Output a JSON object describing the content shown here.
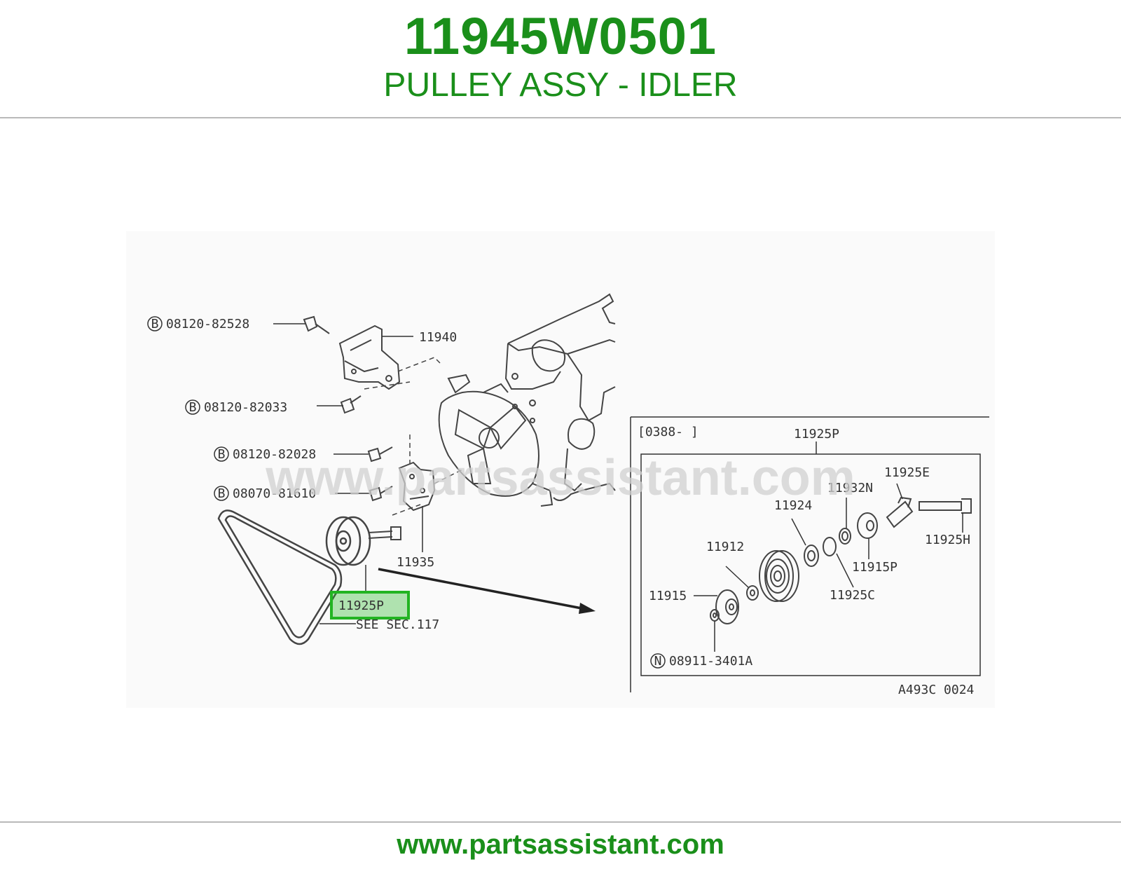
{
  "header": {
    "part_number": "11945W0501",
    "part_name": "PULLEY ASSY - IDLER"
  },
  "diagram": {
    "watermark": "www.partsassistant.com",
    "callouts": {
      "bolt_b1": "08120-82528",
      "bracket": "11940",
      "bolt_b2": "08120-82033",
      "bolt_b3": "08120-82028",
      "bolt_b4": "08070-81610",
      "bracket_lower": "11935",
      "pulley_highlighted": "11925P",
      "belt_ref": "SEE SEC.117"
    },
    "bolt_marker": "B",
    "nut_marker": "N",
    "inset": {
      "date_code": "[0388-     ]",
      "assembly": "11925P",
      "parts": {
        "p11925E": "11925E",
        "p11932N": "11932N",
        "p11924": "11924",
        "p11912": "11912",
        "p11915": "11915",
        "p11925H": "11925H",
        "p11915P": "11915P",
        "p11925C": "11925C",
        "nut": "08911-3401A"
      },
      "figure_code": "A493C 0024"
    },
    "highlight_color": "#22b422"
  },
  "footer": {
    "url": "www.partsassistant.com"
  }
}
